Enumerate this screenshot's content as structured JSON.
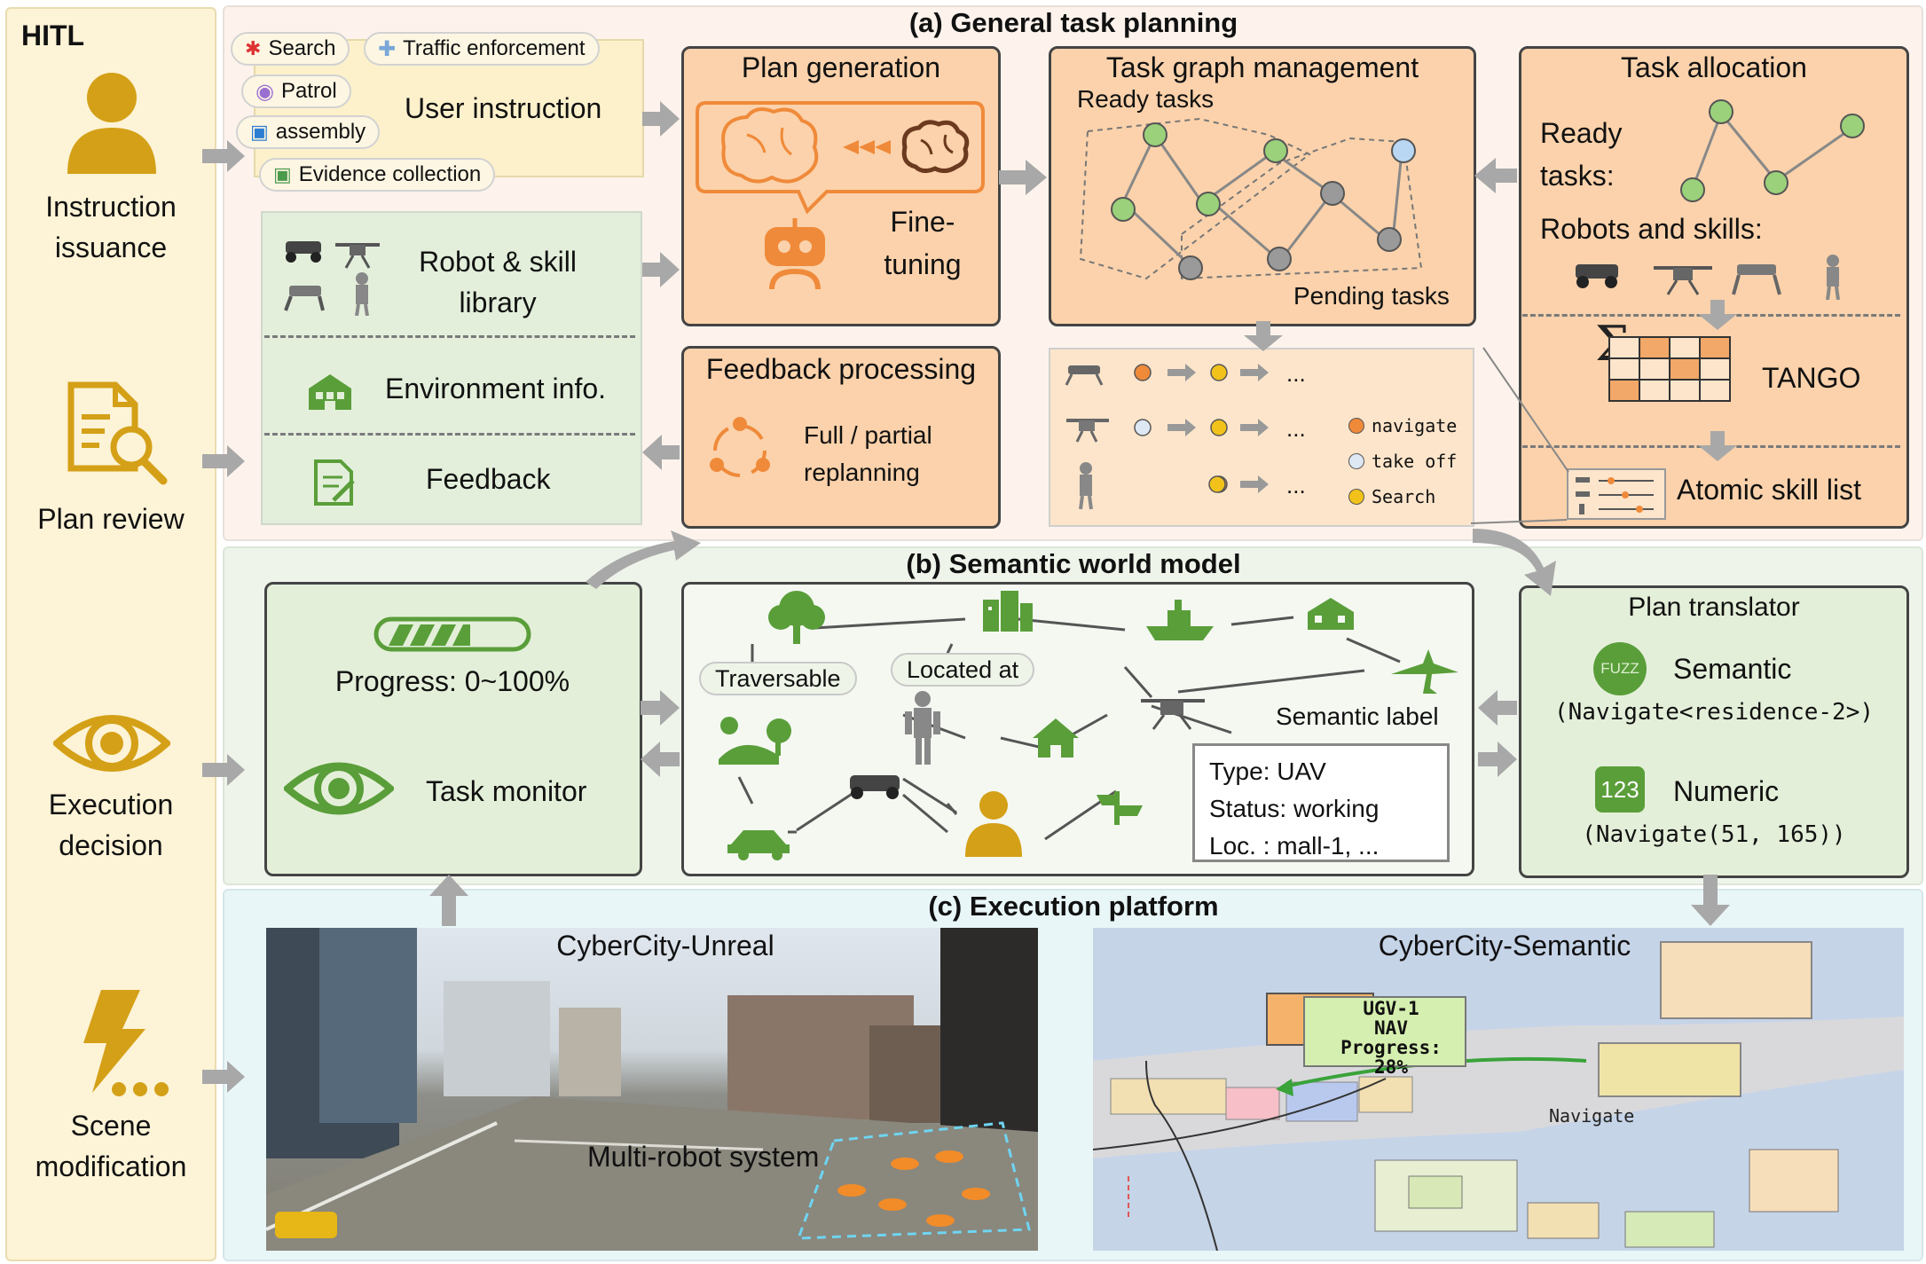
{
  "hitl": {
    "title": "HITL",
    "stages": [
      {
        "label_line1": "Instruction",
        "label_line2": "issuance"
      },
      {
        "label_line1": "Plan review",
        "label_line2": ""
      },
      {
        "label_line1": "Execution",
        "label_line2": "decision"
      },
      {
        "label_line1": "Scene",
        "label_line2": "modification"
      }
    ]
  },
  "section_a": {
    "title": "(a) General task planning",
    "user_instruction": {
      "label": "User instruction",
      "tags": [
        "Search",
        "Traffic enforcement",
        "Patrol",
        "assembly",
        "Evidence collection"
      ]
    },
    "library": {
      "robot_skill_line1": "Robot & skill",
      "robot_skill_line2": "library",
      "environment": "Environment info.",
      "feedback": "Feedback"
    },
    "plan_generation": {
      "title": "Plan generation",
      "fine_line1": "Fine-",
      "fine_line2": "tuning"
    },
    "feedback_processing": {
      "title": "Feedback processing",
      "line1": "Full / partial",
      "line2": "replanning"
    },
    "task_graph": {
      "title": "Task graph management",
      "ready": "Ready tasks",
      "pending": "Pending tasks"
    },
    "timeline": {
      "ellipsis": "...",
      "legend": [
        "navigate",
        "take off",
        "Search"
      ]
    },
    "task_allocation": {
      "title": "Task allocation",
      "ready_line1": "Ready",
      "ready_line2": "tasks:",
      "robots_skills": "Robots and skills:",
      "tango": "TANGO",
      "atomic": "Atomic skill list"
    }
  },
  "section_b": {
    "title": "(b) Semantic world model",
    "progress": "Progress: 0~100%",
    "monitor": "Task monitor",
    "graph": {
      "traversable": "Traversable",
      "located_at": "Located at",
      "semantic_label": "Semantic label",
      "info": [
        "Type: UAV",
        "Status: working",
        "Loc. : mall-1, ..."
      ]
    },
    "translator": {
      "title": "Plan translator",
      "fuzz": "FUZZ",
      "semantic": "Semantic",
      "semantic_code": "(Navigate<residence-2>)",
      "num_badge": "123",
      "numeric": "Numeric",
      "numeric_code": "(Navigate(51, 165))"
    }
  },
  "section_c": {
    "title": "(c) Execution platform",
    "unreal": {
      "title": "CyberCity-Unreal",
      "caption": "Multi-robot system"
    },
    "semantic": {
      "title": "CyberCity-Semantic",
      "popup_line1": "UGV-1",
      "popup_line2": "NAV",
      "popup_line3": "Progress: 28%",
      "navigate": "Navigate"
    }
  },
  "colors": {
    "orange_box": "#fbd2ab",
    "green_box": "#e4efd9",
    "icon_gold": "#d4a017",
    "icon_green": "#5a9e3a",
    "arrow_gray": "#a8a8a8"
  }
}
